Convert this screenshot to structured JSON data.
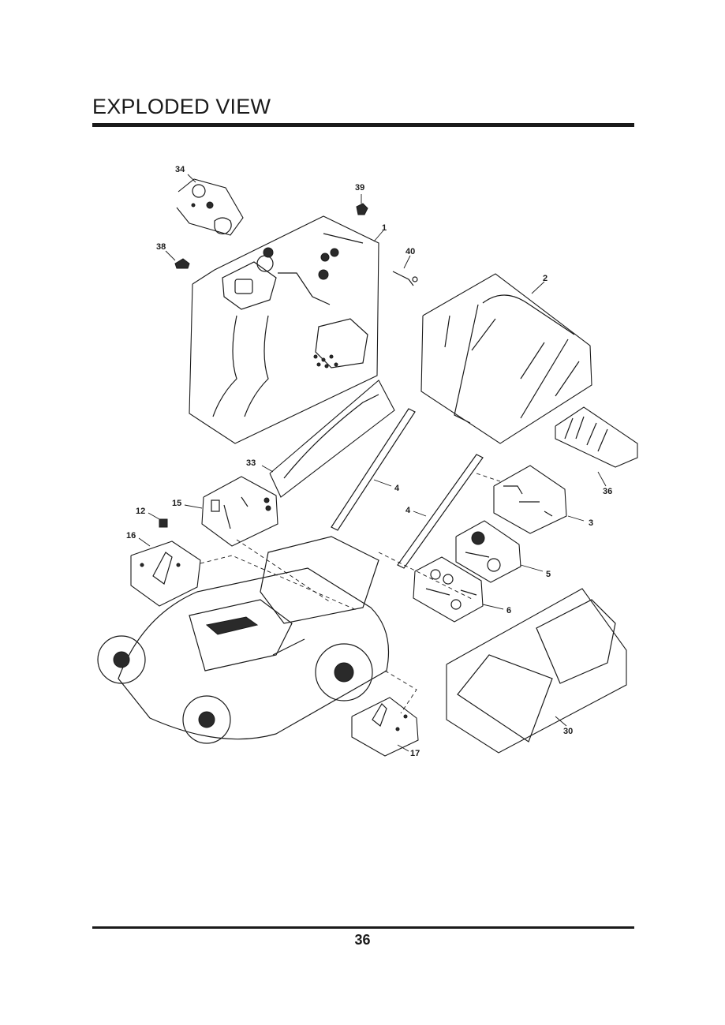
{
  "header": {
    "title": "EXPLODED VIEW"
  },
  "footer": {
    "page_number": "36"
  },
  "callouts": {
    "c1": "1",
    "c2": "2",
    "c3": "3",
    "c4a": "4",
    "c4b": "4",
    "c5": "5",
    "c6": "6",
    "c12": "12",
    "c15": "15",
    "c16": "16",
    "c17": "17",
    "c30": "30",
    "c33": "33",
    "c34": "34",
    "c36": "36",
    "c38": "38",
    "c39": "39",
    "c40": "40"
  }
}
